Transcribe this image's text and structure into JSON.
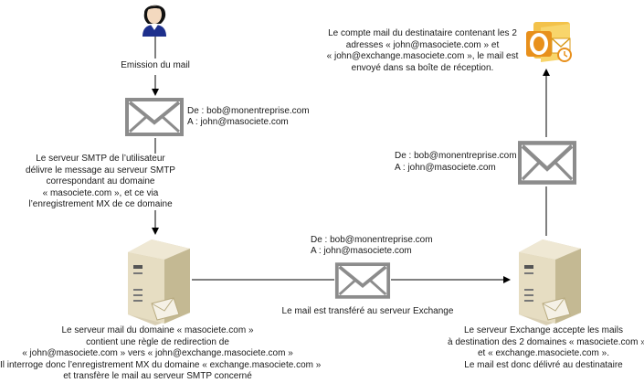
{
  "step1": {
    "label": "Emission du mail"
  },
  "mail1": {
    "from": "De : bob@monentreprise.com",
    "to": "A : john@masociete.com"
  },
  "step2": {
    "lines": [
      "Le serveur SMTP de l’utilisateur",
      "délivre le message au serveur SMTP",
      "correspondant au domaine",
      "« masociete.com », et ce via",
      "l’enregistrement MX de ce domaine"
    ]
  },
  "server1": {
    "lines": [
      "Le serveur mail du domaine « masociete.com »",
      "contient une règle de redirection de",
      "« john@masociete.com » vers « john@exchange.masociete.com »",
      "Il interroge donc l’enregistrement MX du domaine « exchange.masociete.com »",
      "et transfère le mail au serveur SMTP concerné"
    ]
  },
  "mail2": {
    "from": "De : bob@monentreprise.com",
    "to": "A : john@masociete.com",
    "caption": "Le mail est transféré au serveur Exchange"
  },
  "server2": {
    "lines": [
      "Le serveur Exchange accepte les mails",
      "à destination des 2 domaines « masociete.com »",
      "et « exchange.masociete.com ».",
      "Le mail est donc délivré au destinataire"
    ]
  },
  "mail3": {
    "from": "De : bob@monentreprise.com",
    "to": "A : john@masociete.com"
  },
  "final": {
    "lines": [
      "Le compte mail du destinataire contenant les 2",
      "adresses « john@masociete.com » et",
      "« john@exchange.masociete.com », le mail est",
      "envoyé dans sa boîte de réception."
    ]
  },
  "icons": {
    "user": "user-icon",
    "envelope": "envelope-icon",
    "server": "server-icon",
    "outlook": "outlook-icon"
  }
}
